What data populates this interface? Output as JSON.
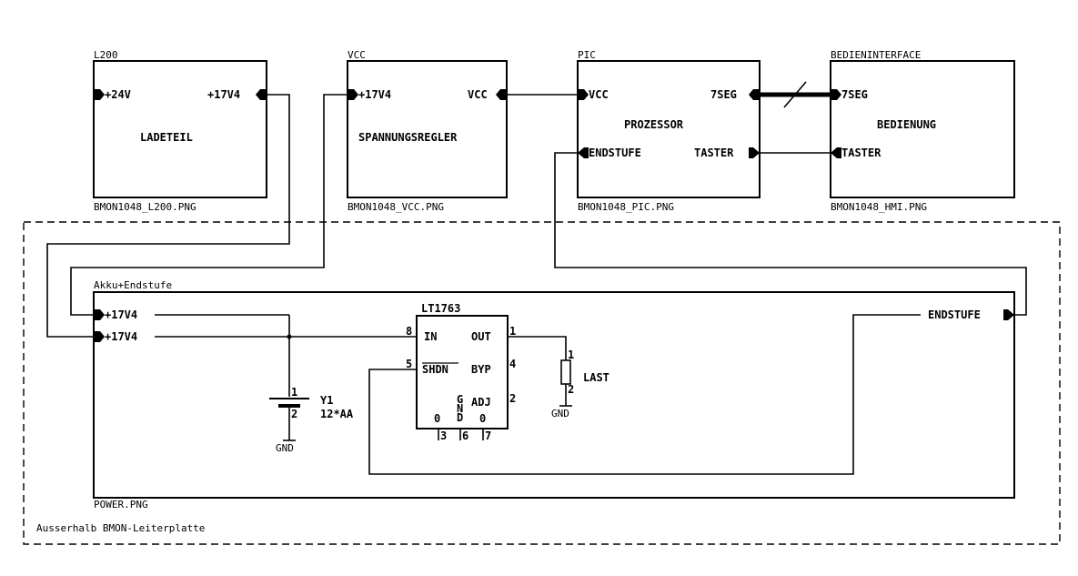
{
  "blocks": {
    "l200": {
      "title": "L200",
      "pin_in": "+24V",
      "pin_out": "+17V4",
      "center": "LADETEIL",
      "file": "BMON1048_L200.PNG"
    },
    "vcc": {
      "title": "VCC",
      "pin_in": "+17V4",
      "pin_out": "VCC",
      "center": "SPANNUNGSREGLER",
      "file": "BMON1048_VCC.PNG"
    },
    "pic": {
      "title": "PIC",
      "pin_vcc": "VCC",
      "pin_7seg": "7SEG",
      "pin_endstufe": "ENDSTUFE",
      "pin_taster": "TASTER",
      "center": "PROZESSOR",
      "file": "BMON1048_PIC.PNG"
    },
    "hmi": {
      "title": "BEDIENINTERFACE",
      "pin_7seg": "7SEG",
      "pin_taster": "TASTER",
      "center": "BEDIENUNG",
      "file": "BMON1048_HMI.PNG"
    }
  },
  "power": {
    "title": "Akku+Endstufe",
    "pin_a": "+17V4",
    "pin_b": "+17V4",
    "pin_endstufe": "ENDSTUFE",
    "file": "POWER.PNG"
  },
  "regulator": {
    "name": "LT1763",
    "pin_in": "IN",
    "pin_out": "OUT",
    "pin_shdn": "SHDN",
    "pin_byp": "BYP",
    "pin_gnd_g": "G",
    "pin_gnd_n": "N",
    "pin_gnd_d": "D",
    "pin_adj": "ADJ",
    "zero_left": "0",
    "zero_right": "0",
    "num_8": "8",
    "num_5": "5",
    "num_1": "1",
    "num_4": "4",
    "num_2": "2",
    "num_3": "3",
    "num_6": "6",
    "num_7": "7"
  },
  "battery": {
    "ref": "Y1",
    "value": "12*AA",
    "pin1": "1",
    "pin2": "2",
    "gnd": "GND"
  },
  "load": {
    "label": "LAST",
    "pin1": "1",
    "pin2": "2",
    "gnd": "GND"
  },
  "outer_area_label": "Ausserhalb BMON-Leiterplatte"
}
